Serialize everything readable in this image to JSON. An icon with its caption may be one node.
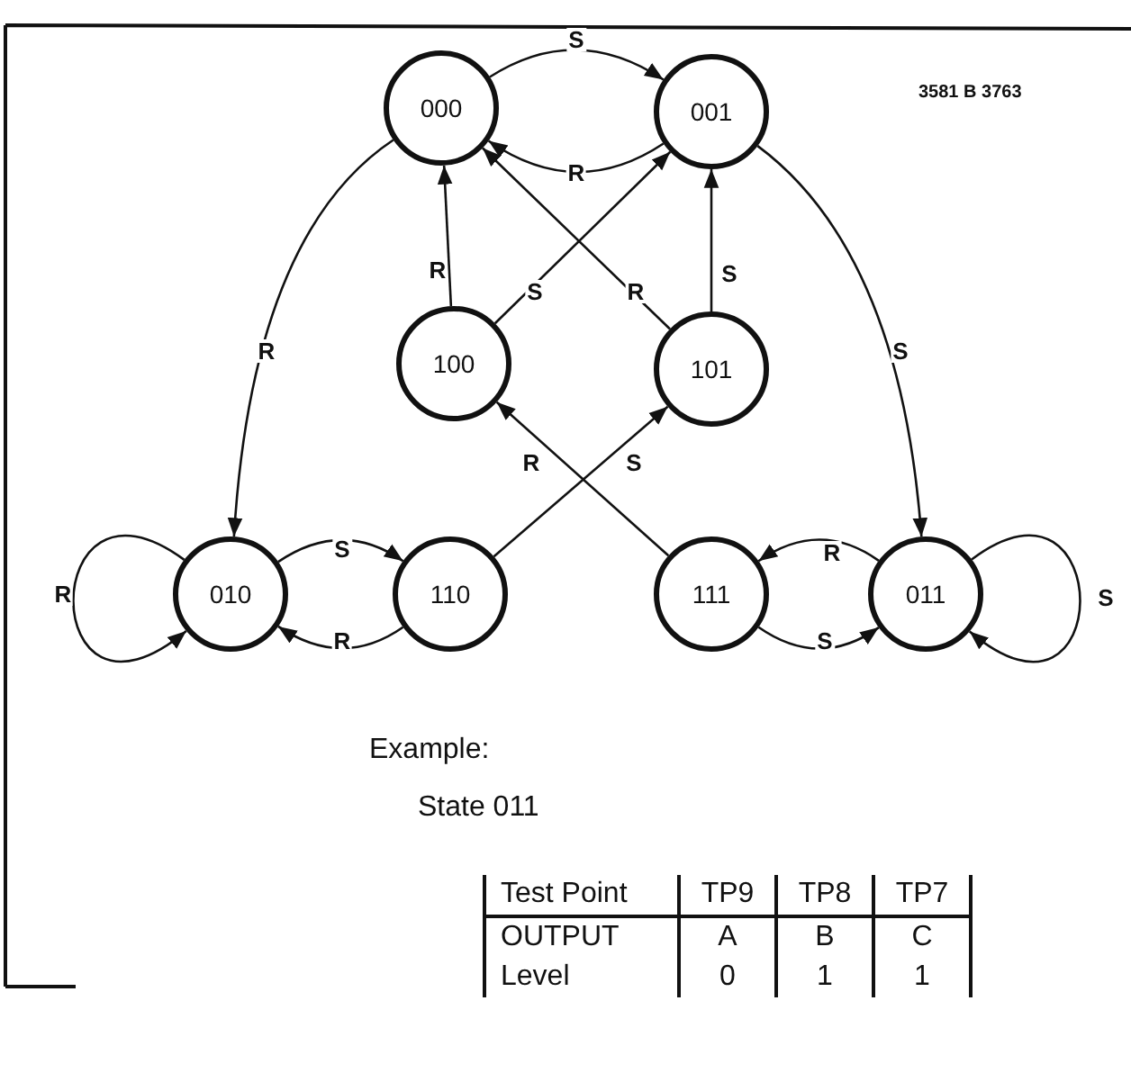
{
  "diagram": {
    "nodes": [
      {
        "text": [
          "000"
        ]
      },
      {
        "text": [
          "001"
        ]
      },
      {
        "text": [
          "100"
        ]
      },
      {
        "text": [
          "101"
        ]
      },
      {
        "text": [
          "010"
        ]
      },
      {
        "text": [
          "110"
        ]
      },
      {
        "text": [
          "111"
        ]
      },
      {
        "text": [
          "011"
        ]
      }
    ],
    "edges": [
      {
        "from": 0,
        "to": 1,
        "arrow": "to",
        "label": "S"
      },
      {
        "from": 1,
        "to": 0,
        "arrow": "to",
        "label": "R"
      },
      {
        "from": 2,
        "to": 0,
        "arrow": "to",
        "label": "R"
      },
      {
        "from": 2,
        "to": 1,
        "arrow": "to",
        "label": "S"
      },
      {
        "from": 3,
        "to": 0,
        "arrow": "to",
        "label": "R"
      },
      {
        "from": 3,
        "to": 1,
        "arrow": "to",
        "label": "S"
      },
      {
        "from": 0,
        "to": 4,
        "arrow": "to",
        "label": "R"
      },
      {
        "from": 1,
        "to": 7,
        "arrow": "to",
        "label": "S"
      },
      {
        "from": 4,
        "to": 4,
        "arrow": "to",
        "label": "R"
      },
      {
        "from": 4,
        "to": 5,
        "arrow": "to",
        "label": "S"
      },
      {
        "from": 5,
        "to": 4,
        "arrow": "to",
        "label": "R"
      },
      {
        "from": 5,
        "to": 3,
        "arrow": "to",
        "label": "S"
      },
      {
        "from": 6,
        "to": 2,
        "arrow": "to",
        "label": "R"
      },
      {
        "from": 7,
        "to": 6,
        "arrow": "to",
        "label": "R"
      },
      {
        "from": 6,
        "to": 7,
        "arrow": "to",
        "label": "S"
      },
      {
        "from": 7,
        "to": 7,
        "arrow": "to",
        "label": "S"
      }
    ],
    "labels": [
      "3581 B 3763",
      "Example:",
      "State 011",
      "Test Point",
      "TP9",
      "TP8",
      "TP7",
      "OUTPUT",
      "A",
      "B",
      "C",
      "Level",
      "0",
      "1",
      "1"
    ]
  }
}
